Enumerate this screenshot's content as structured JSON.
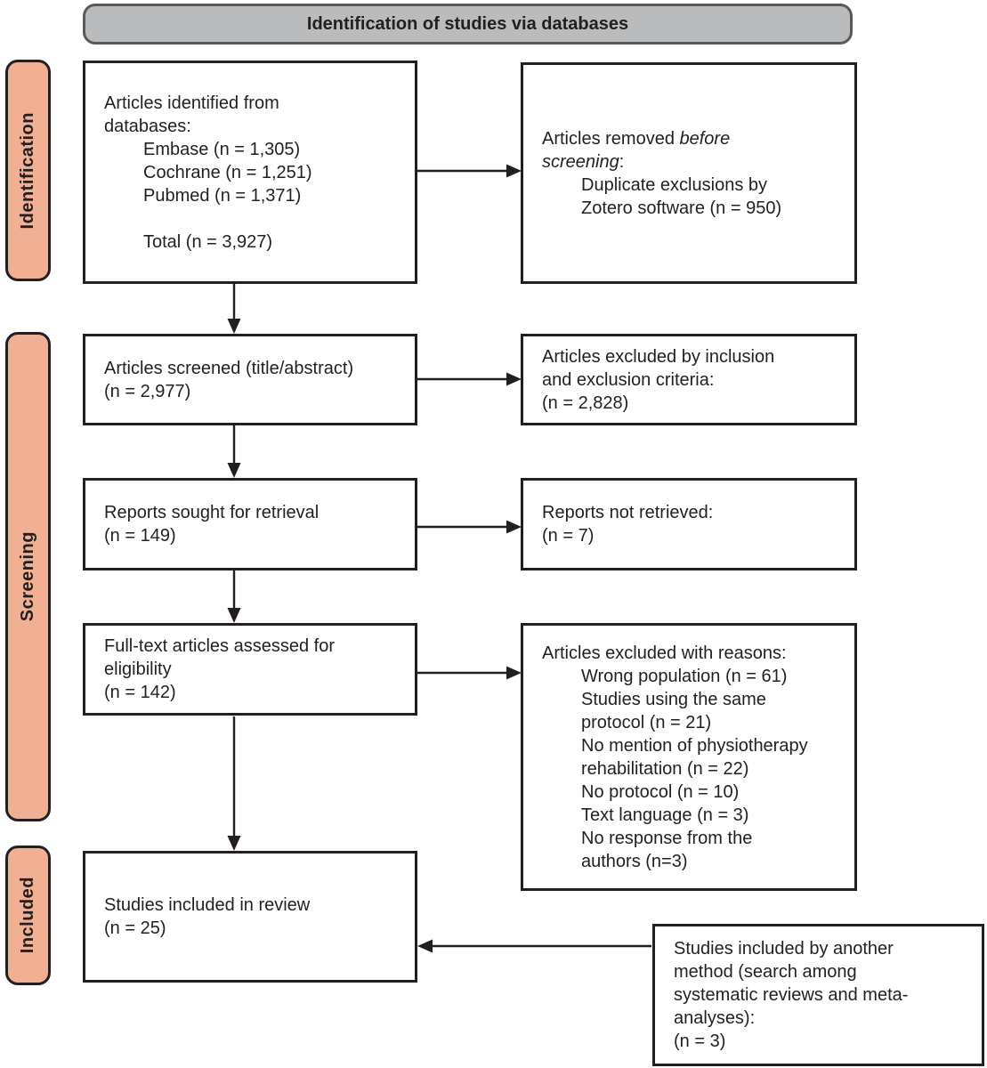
{
  "header": {
    "title": "Identification of studies via databases"
  },
  "sidebar": {
    "items": [
      {
        "id": "identification",
        "label": "Identification"
      },
      {
        "id": "screening",
        "label": "Screening"
      },
      {
        "id": "included",
        "label": "Included"
      }
    ]
  },
  "colors": {
    "sidebar_fill": "#F1B093",
    "header_fill": "#B9BBBD",
    "header_border": "#58595B",
    "box_border": "#231F20",
    "text": "#231F20",
    "bg": "#FFFFFF"
  },
  "boxes": {
    "identified": {
      "lines": [
        {
          "indent": false,
          "segments": [
            {
              "text": "Articles identified from",
              "italic": false
            }
          ]
        },
        {
          "indent": false,
          "segments": [
            {
              "text": "databases:",
              "italic": false
            }
          ]
        },
        {
          "indent": true,
          "segments": [
            {
              "text": "Embase (n = 1,305)",
              "italic": false
            }
          ]
        },
        {
          "indent": true,
          "segments": [
            {
              "text": "Cochrane (n = 1,251)",
              "italic": false
            }
          ]
        },
        {
          "indent": true,
          "segments": [
            {
              "text": "Pubmed (n = 1,371)",
              "italic": false
            }
          ]
        },
        {
          "indent": false,
          "segments": [
            {
              "text": "",
              "italic": false
            }
          ]
        },
        {
          "indent": true,
          "segments": [
            {
              "text": "Total (n = 3,927)",
              "italic": false
            }
          ]
        }
      ]
    },
    "removed_before_screening": {
      "lines": [
        {
          "indent": false,
          "segments": [
            {
              "text": "Articles removed ",
              "italic": false
            },
            {
              "text": "before",
              "italic": true
            }
          ]
        },
        {
          "indent": false,
          "segments": [
            {
              "text": "screening",
              "italic": true
            },
            {
              "text": ":",
              "italic": false
            }
          ]
        },
        {
          "indent": true,
          "segments": [
            {
              "text": "Duplicate exclusions by",
              "italic": false
            }
          ]
        },
        {
          "indent": true,
          "segments": [
            {
              "text": "Zotero software (n = 950)",
              "italic": false
            }
          ]
        }
      ]
    },
    "screened": {
      "lines": [
        {
          "indent": false,
          "segments": [
            {
              "text": "Articles screened (title/abstract)",
              "italic": false
            }
          ]
        },
        {
          "indent": false,
          "segments": [
            {
              "text": "(n = 2,977)",
              "italic": false
            }
          ]
        }
      ]
    },
    "excluded_criteria": {
      "lines": [
        {
          "indent": false,
          "segments": [
            {
              "text": "Articles excluded by inclusion",
              "italic": false
            }
          ]
        },
        {
          "indent": false,
          "segments": [
            {
              "text": "and exclusion criteria:",
              "italic": false
            }
          ]
        },
        {
          "indent": false,
          "segments": [
            {
              "text": "(n = 2,828)",
              "italic": false
            }
          ]
        }
      ]
    },
    "sought_retrieval": {
      "lines": [
        {
          "indent": false,
          "segments": [
            {
              "text": "Reports sought for retrieval",
              "italic": false
            }
          ]
        },
        {
          "indent": false,
          "segments": [
            {
              "text": "(n = 149)",
              "italic": false
            }
          ]
        }
      ]
    },
    "not_retrieved": {
      "lines": [
        {
          "indent": false,
          "segments": [
            {
              "text": "Reports not retrieved:",
              "italic": false
            }
          ]
        },
        {
          "indent": false,
          "segments": [
            {
              "text": "(n = 7)",
              "italic": false
            }
          ]
        }
      ]
    },
    "fulltext_assessed": {
      "lines": [
        {
          "indent": false,
          "segments": [
            {
              "text": "Full-text articles assessed for",
              "italic": false
            }
          ]
        },
        {
          "indent": false,
          "segments": [
            {
              "text": "eligibility",
              "italic": false
            }
          ]
        },
        {
          "indent": false,
          "segments": [
            {
              "text": "(n = 142)",
              "italic": false
            }
          ]
        }
      ]
    },
    "excluded_reasons": {
      "lines": [
        {
          "indent": false,
          "segments": [
            {
              "text": "Articles excluded with reasons:",
              "italic": false
            }
          ]
        },
        {
          "indent": true,
          "segments": [
            {
              "text": "Wrong population (n = 61)",
              "italic": false
            }
          ]
        },
        {
          "indent": true,
          "segments": [
            {
              "text": "Studies using the same",
              "italic": false
            }
          ]
        },
        {
          "indent": true,
          "segments": [
            {
              "text": "protocol (n = 21)",
              "italic": false
            }
          ]
        },
        {
          "indent": true,
          "segments": [
            {
              "text": "No mention of physiotherapy",
              "italic": false
            }
          ]
        },
        {
          "indent": true,
          "segments": [
            {
              "text": "rehabilitation (n = 22)",
              "italic": false
            }
          ]
        },
        {
          "indent": true,
          "segments": [
            {
              "text": "No protocol (n = 10)",
              "italic": false
            }
          ]
        },
        {
          "indent": true,
          "segments": [
            {
              "text": "Text language (n = 3)",
              "italic": false
            }
          ]
        },
        {
          "indent": true,
          "segments": [
            {
              "text": "No response from the",
              "italic": false
            }
          ]
        },
        {
          "indent": true,
          "segments": [
            {
              "text": "authors (n=3)",
              "italic": false
            }
          ]
        }
      ]
    },
    "included_review": {
      "lines": [
        {
          "indent": false,
          "segments": [
            {
              "text": "Studies included in review",
              "italic": false
            }
          ]
        },
        {
          "indent": false,
          "segments": [
            {
              "text": "(n = 25)",
              "italic": false
            }
          ]
        }
      ]
    },
    "included_other_method": {
      "lines": [
        {
          "indent": false,
          "segments": [
            {
              "text": "Studies included by another",
              "italic": false
            }
          ]
        },
        {
          "indent": false,
          "segments": [
            {
              "text": "method (search among",
              "italic": false
            }
          ]
        },
        {
          "indent": false,
          "segments": [
            {
              "text": "systematic reviews and meta-",
              "italic": false
            }
          ]
        },
        {
          "indent": false,
          "segments": [
            {
              "text": "analyses):",
              "italic": false
            }
          ]
        },
        {
          "indent": false,
          "segments": [
            {
              "text": "(n = 3)",
              "italic": false
            }
          ]
        }
      ]
    }
  }
}
